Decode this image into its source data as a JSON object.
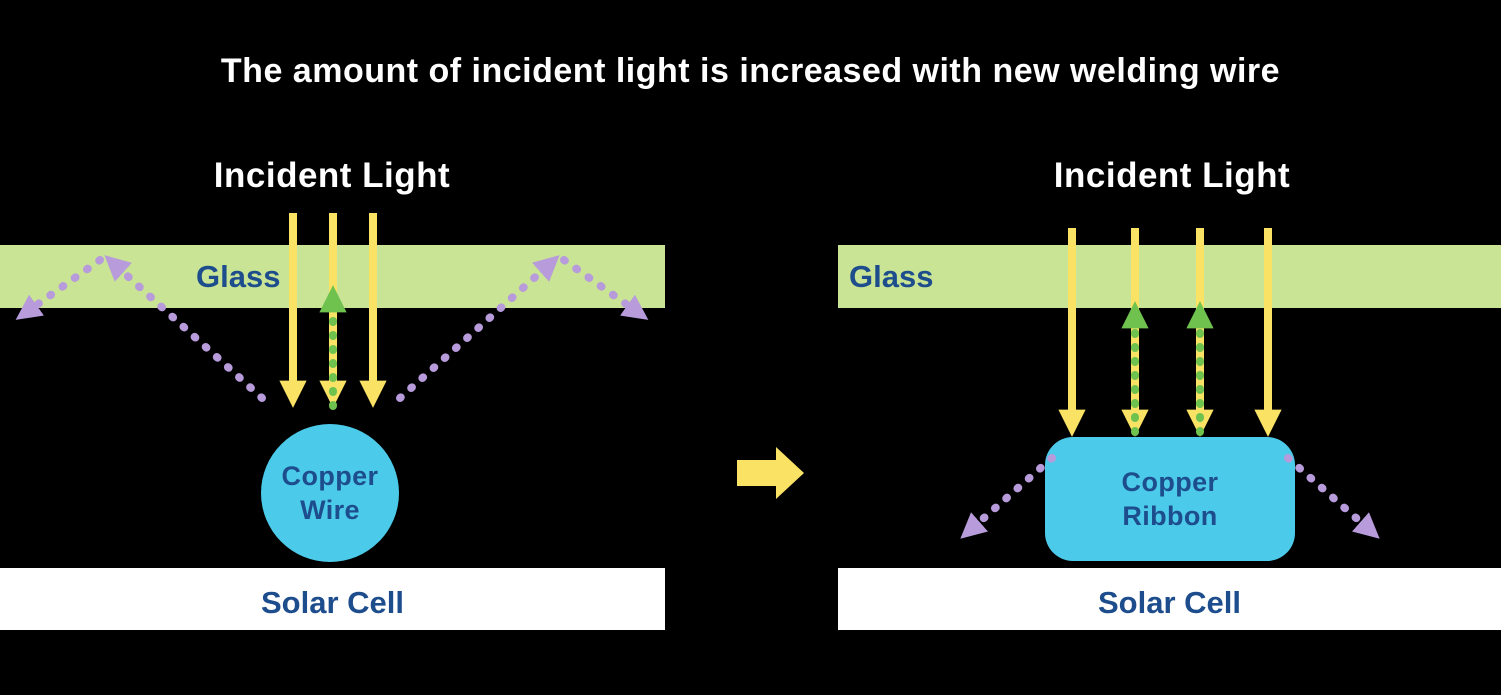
{
  "title": "The amount of incident light is increased with new welding wire",
  "left_panel": {
    "heading": "Incident Light",
    "glass_label": "Glass",
    "conductor_line1": "Copper",
    "conductor_line2": "Wire",
    "solar_cell_label": "Solar Cell"
  },
  "right_panel": {
    "heading": "Incident Light",
    "glass_label": "Glass",
    "conductor_line1": "Copper",
    "conductor_line2": "Ribbon",
    "solar_cell_label": "Solar Cell"
  },
  "colors": {
    "background": "#000000",
    "title_text": "#ffffff",
    "glass": "#c8e494",
    "incident_light_arrow": "#f9e264",
    "reflected_up_arrow": "#6fc24e",
    "scattered_light_arrow": "#b79bdb",
    "conductor": "#4ccae9",
    "solar_cell": "#ffffff",
    "label_text": "#1d4d8c",
    "transition_arrow": "#f9e264"
  }
}
